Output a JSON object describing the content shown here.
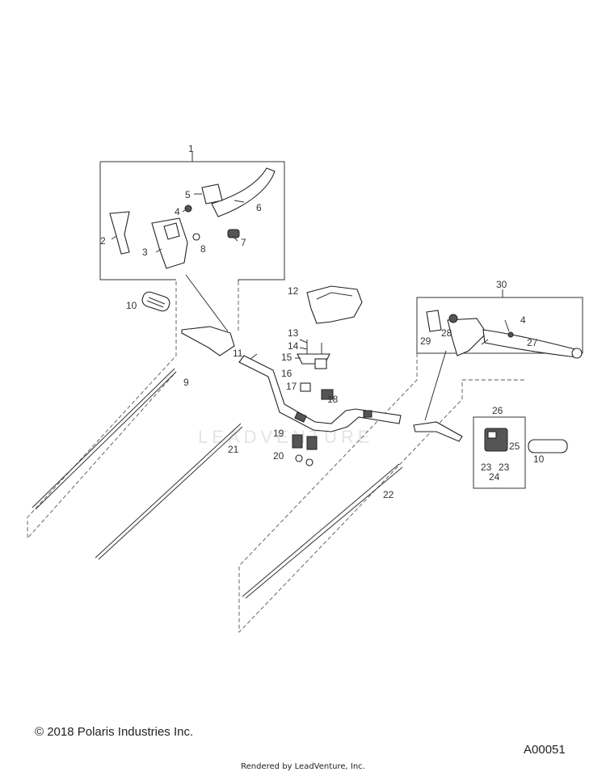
{
  "watermark": "LEADVENTURE",
  "footer": {
    "copyright": "© 2018 Polaris Industries Inc.",
    "figure_id": "A00051",
    "rendered_by": "Rendered by LeadVenture, Inc."
  },
  "callouts": {
    "c1": "1",
    "c2": "2",
    "c3": "3",
    "c4a": "4",
    "c4b": "4",
    "c5": "5",
    "c6": "6",
    "c7": "7",
    "c8": "8",
    "c9": "9",
    "c10a": "10",
    "c10b": "10",
    "c11": "11",
    "c12": "12",
    "c13": "13",
    "c14": "14",
    "c15": "15",
    "c16": "16",
    "c17": "17",
    "c18": "18",
    "c19": "19",
    "c20": "20",
    "c21": "21",
    "c22": "22",
    "c23a": "23",
    "c23b": "23",
    "c24": "24",
    "c25": "25",
    "c26": "26",
    "c27": "27",
    "c28": "28",
    "c29": "29",
    "c30": "30"
  }
}
